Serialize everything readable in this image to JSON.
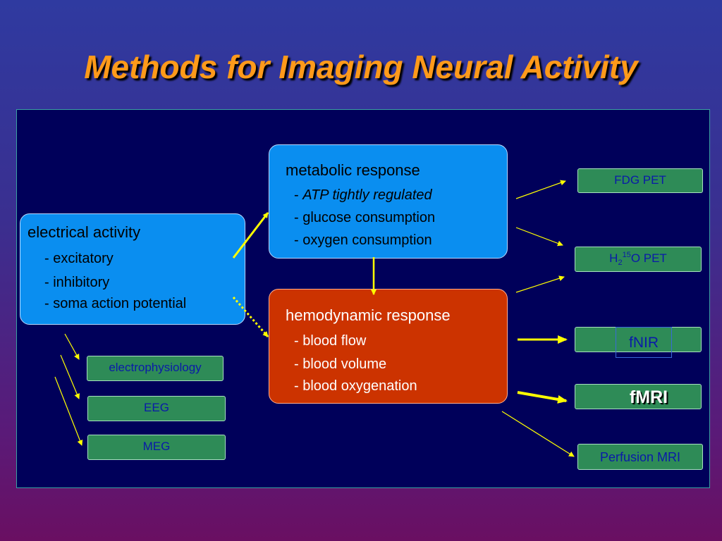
{
  "title": "Methods for Imaging Neural Activity",
  "electrical": {
    "heading": "electrical activity",
    "items": [
      "- excitatory",
      "- inhibitory",
      "- soma action potential"
    ]
  },
  "metabolic": {
    "heading": "metabolic response",
    "items_prefix": "- ",
    "items": [
      "ATP tightly regulated",
      "- glucose consumption",
      "- oxygen consumption"
    ]
  },
  "hemodynamic": {
    "heading": "hemodynamic response",
    "items": [
      "- blood flow",
      "- blood volume",
      "- blood oxygenation"
    ]
  },
  "methods_left": [
    "electrophysiology",
    "EEG",
    "MEG"
  ],
  "methods_right": {
    "fdg_pet": "FDG PET",
    "h2o_pet": {
      "h": "H",
      "sub": "2",
      "sup": "15",
      "rest": "O PET"
    },
    "fnir": "fNIR",
    "fmri": "fMRI",
    "perfusion_mri": "Perfusion MRI"
  },
  "colors": {
    "title": "#ff9a1a",
    "panel": "#00005a",
    "blue_box": "#0a8ef0",
    "red_box": "#cc3300",
    "green_box": "#2e8b57",
    "arrow": "#ffff00"
  }
}
